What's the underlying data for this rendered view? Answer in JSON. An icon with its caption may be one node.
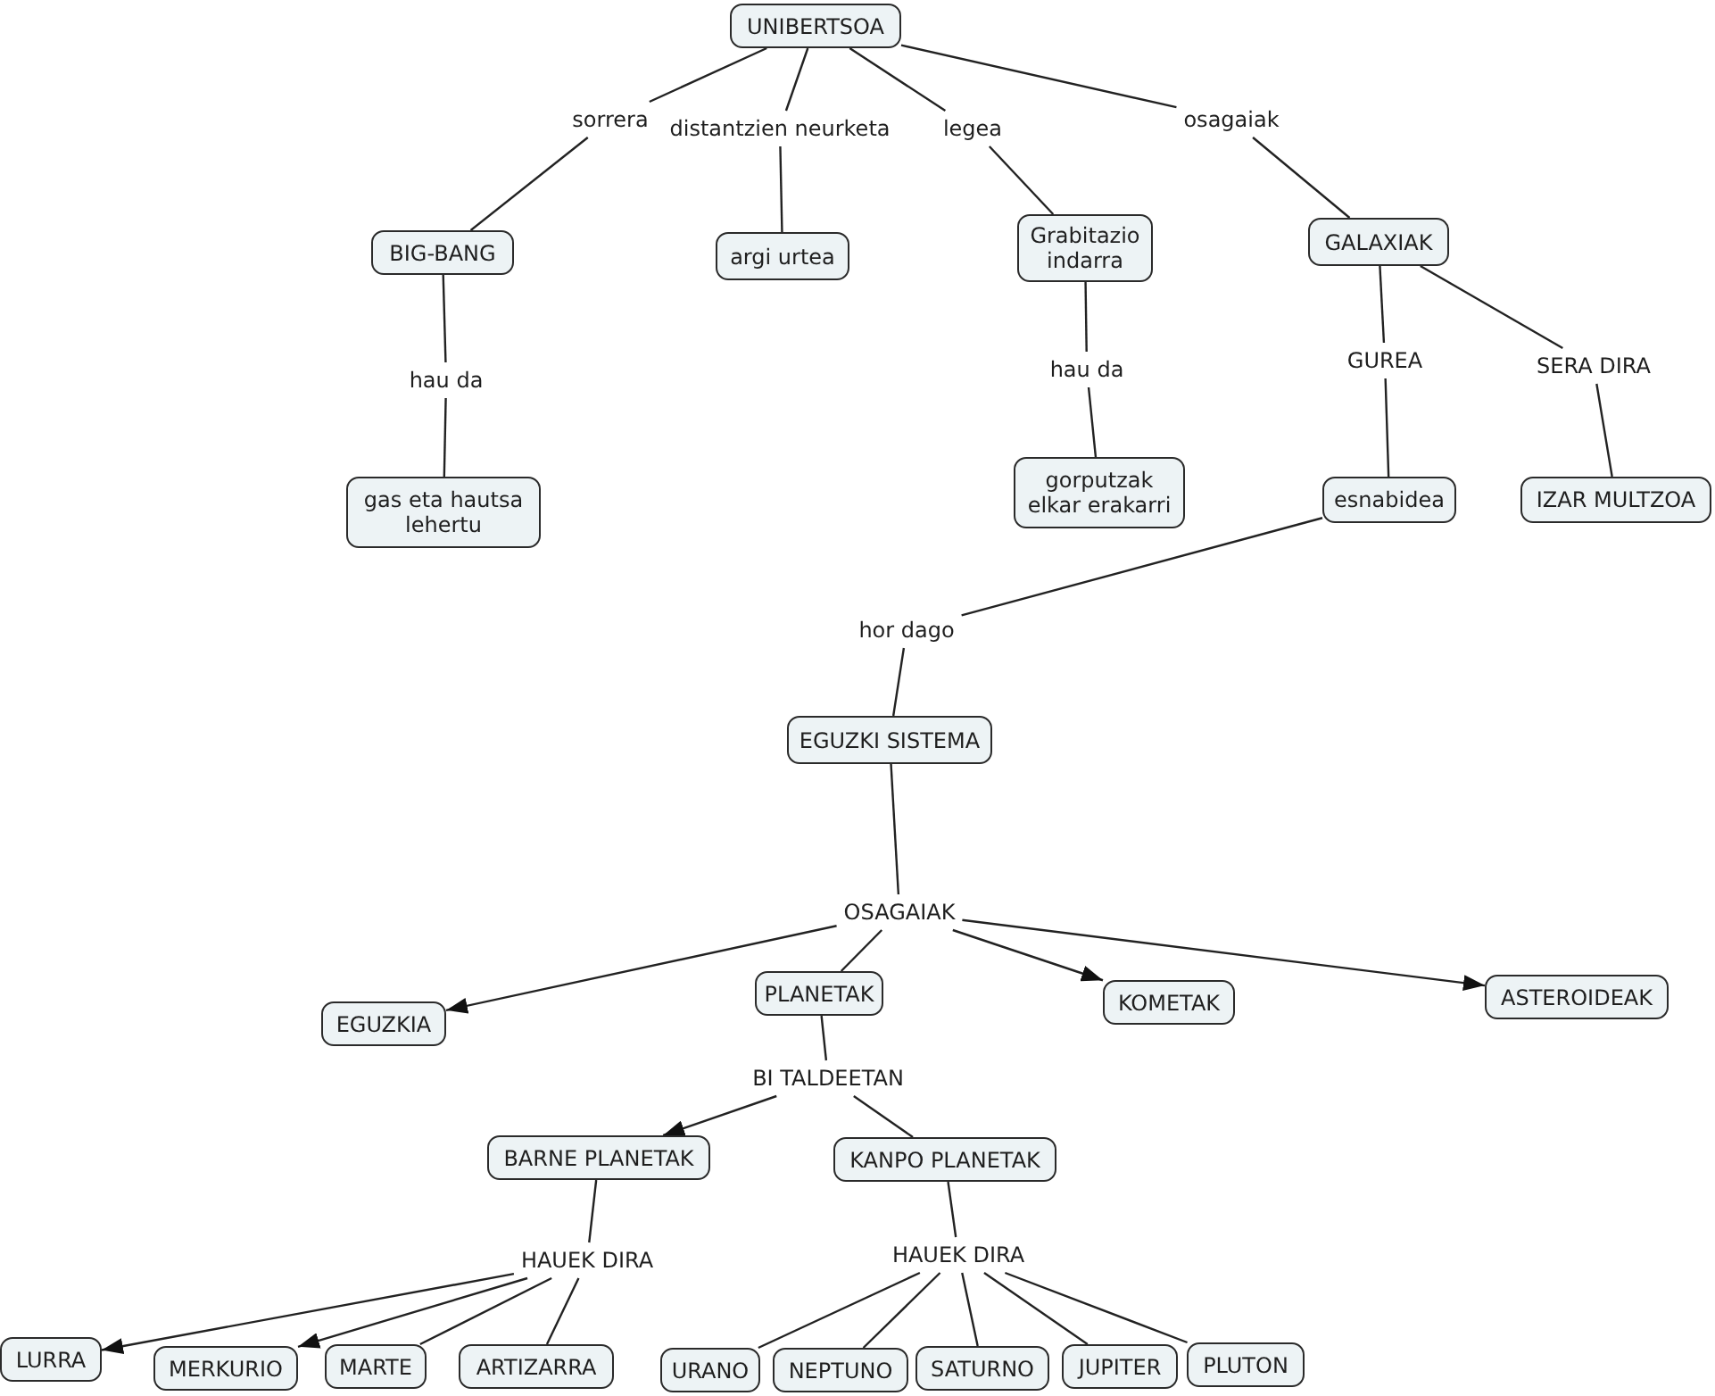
{
  "diagram": {
    "nodes": [
      {
        "text": [
          "UNIBERTSOA"
        ]
      },
      {
        "text": [
          "sorrera"
        ]
      },
      {
        "text": [
          "distantzien neurketa"
        ]
      },
      {
        "text": [
          "legea"
        ]
      },
      {
        "text": [
          "osagaiak"
        ]
      },
      {
        "text": [
          "BIG-BANG"
        ]
      },
      {
        "text": [
          "argi urtea"
        ]
      },
      {
        "text": [
          "Grabitazio indarra"
        ]
      },
      {
        "text": [
          "GALAXIAK"
        ]
      },
      {
        "text": [
          "hau da"
        ]
      },
      {
        "text": [
          "hau da"
        ]
      },
      {
        "text": [
          "GUREA"
        ]
      },
      {
        "text": [
          "SERA DIRA"
        ]
      },
      {
        "text": [
          "gas eta hautsa lehertu"
        ]
      },
      {
        "text": [
          "gorputzak elkar erakarri"
        ]
      },
      {
        "text": [
          "esnabidea"
        ]
      },
      {
        "text": [
          "IZAR MULTZOA"
        ]
      },
      {
        "text": [
          "hor dago"
        ]
      },
      {
        "text": [
          "EGUZKI SISTEMA"
        ]
      },
      {
        "text": [
          "OSAGAIAK"
        ]
      },
      {
        "text": [
          "EGUZKIA"
        ]
      },
      {
        "text": [
          "PLANETAK"
        ]
      },
      {
        "text": [
          "KOMETAK"
        ]
      },
      {
        "text": [
          "ASTEROIDEAK"
        ]
      },
      {
        "text": [
          "BI TALDEETAN"
        ]
      },
      {
        "text": [
          "BARNE PLANETAK"
        ]
      },
      {
        "text": [
          "KANPO PLANETAK"
        ]
      },
      {
        "text": [
          "HAUEK DIRA"
        ]
      },
      {
        "text": [
          "HAUEK DIRA"
        ]
      },
      {
        "text": [
          "LURRA"
        ]
      },
      {
        "text": [
          "MERKURIO"
        ]
      },
      {
        "text": [
          "MARTE"
        ]
      },
      {
        "text": [
          "ARTIZARRA"
        ]
      },
      {
        "text": [
          "URANO"
        ]
      },
      {
        "text": [
          "NEPTUNO"
        ]
      },
      {
        "text": [
          "SATURNO"
        ]
      },
      {
        "text": [
          "JUPITER"
        ]
      },
      {
        "text": [
          "PLUTON"
        ]
      }
    ],
    "edges": [
      {
        "from": 0,
        "to": 1,
        "arrow": "none"
      },
      {
        "from": 1,
        "to": 5,
        "arrow": "none"
      },
      {
        "from": 0,
        "to": 2,
        "arrow": "none"
      },
      {
        "from": 2,
        "to": 6,
        "arrow": "none"
      },
      {
        "from": 0,
        "to": 3,
        "arrow": "none"
      },
      {
        "from": 3,
        "to": 7,
        "arrow": "none"
      },
      {
        "from": 0,
        "to": 4,
        "arrow": "none"
      },
      {
        "from": 4,
        "to": 8,
        "arrow": "none"
      },
      {
        "from": 5,
        "to": 9,
        "arrow": "none"
      },
      {
        "from": 9,
        "to": 13,
        "arrow": "none"
      },
      {
        "from": 7,
        "to": 10,
        "arrow": "none"
      },
      {
        "from": 10,
        "to": 14,
        "arrow": "none"
      },
      {
        "from": 8,
        "to": 11,
        "arrow": "none"
      },
      {
        "from": 11,
        "to": 15,
        "arrow": "none"
      },
      {
        "from": 8,
        "to": 12,
        "arrow": "none"
      },
      {
        "from": 12,
        "to": 16,
        "arrow": "none"
      },
      {
        "from": 15,
        "to": 17,
        "arrow": "none"
      },
      {
        "from": 17,
        "to": 18,
        "arrow": "none"
      },
      {
        "from": 18,
        "to": 19,
        "arrow": "none"
      },
      {
        "from": 19,
        "to": 20,
        "arrow": "to"
      },
      {
        "from": 19,
        "to": 21,
        "arrow": "none"
      },
      {
        "from": 19,
        "to": 22,
        "arrow": "to"
      },
      {
        "from": 19,
        "to": 23,
        "arrow": "to"
      },
      {
        "from": 21,
        "to": 24,
        "arrow": "none"
      },
      {
        "from": 24,
        "to": 25,
        "arrow": "to"
      },
      {
        "from": 24,
        "to": 26,
        "arrow": "none"
      },
      {
        "from": 25,
        "to": 27,
        "arrow": "none"
      },
      {
        "from": 27,
        "to": 29,
        "arrow": "to"
      },
      {
        "from": 27,
        "to": 30,
        "arrow": "to"
      },
      {
        "from": 27,
        "to": 31,
        "arrow": "none"
      },
      {
        "from": 27,
        "to": 32,
        "arrow": "none"
      },
      {
        "from": 26,
        "to": 28,
        "arrow": "none"
      },
      {
        "from": 28,
        "to": 33,
        "arrow": "none"
      },
      {
        "from": 28,
        "to": 34,
        "arrow": "none"
      },
      {
        "from": 28,
        "to": 35,
        "arrow": "none"
      },
      {
        "from": 28,
        "to": 36,
        "arrow": "none"
      },
      {
        "from": 28,
        "to": 37,
        "arrow": "none"
      }
    ]
  }
}
